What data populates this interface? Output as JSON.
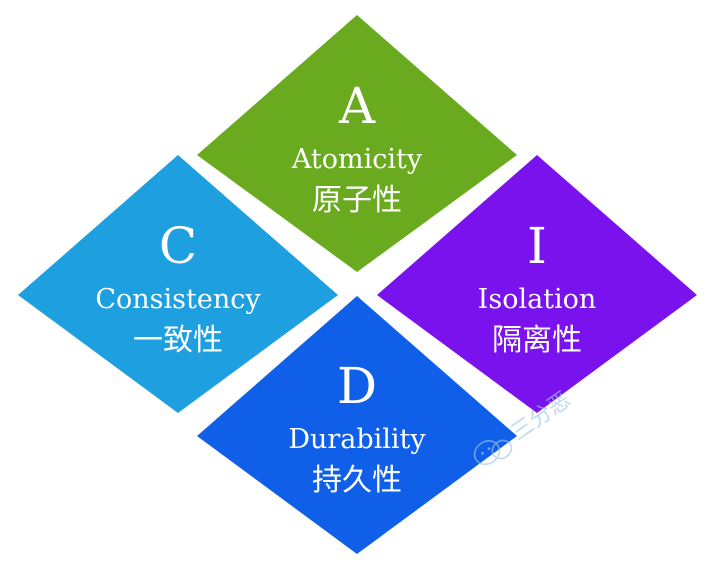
{
  "colors": {
    "atomicity": "#6aaa1f",
    "consistency": "#1e9fe0",
    "isolation": "#7a12ee",
    "durability": "#0f5fe8",
    "text": "#ffffff",
    "watermark": "#9fc6e8"
  },
  "items": [
    {
      "key": "atomicity",
      "letter": "A",
      "name": "Atomicity",
      "zh": "原子性"
    },
    {
      "key": "consistency",
      "letter": "C",
      "name": "Consistency",
      "zh": "一致性"
    },
    {
      "key": "isolation",
      "letter": "I",
      "name": "Isolation",
      "zh": "隔离性"
    },
    {
      "key": "durability",
      "letter": "D",
      "name": "Durability",
      "zh": "持久性"
    }
  ],
  "watermark": {
    "text": "三分恶",
    "icon": "wechat-icon"
  }
}
